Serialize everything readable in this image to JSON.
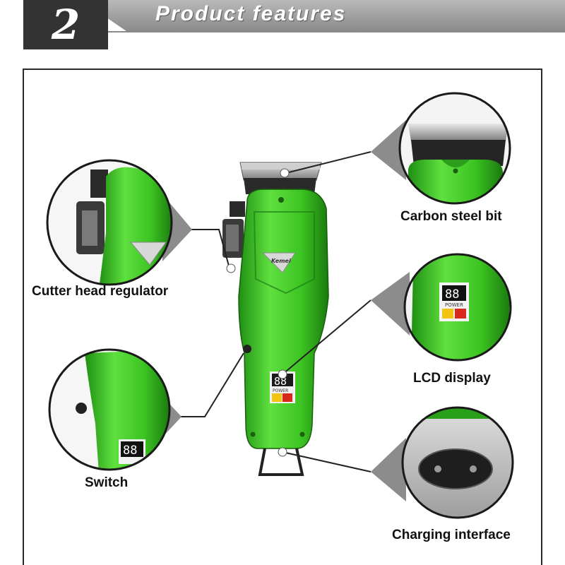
{
  "header": {
    "step_number": "2",
    "title": "Product features"
  },
  "features": {
    "carbon_steel_bit": "Carbon steel bit",
    "cutter_head_regulator": "Cutter head regulator",
    "lcd_display": "LCD display",
    "switch": "Switch",
    "charging_interface": "Charging interface"
  },
  "product": {
    "brand_logo": "Kemei",
    "display_digits": "88",
    "display_caption": "POWER"
  },
  "colors": {
    "body_green": "#3fbf2a",
    "header_dark": "#333333",
    "header_gray": "#a0a0a0"
  }
}
